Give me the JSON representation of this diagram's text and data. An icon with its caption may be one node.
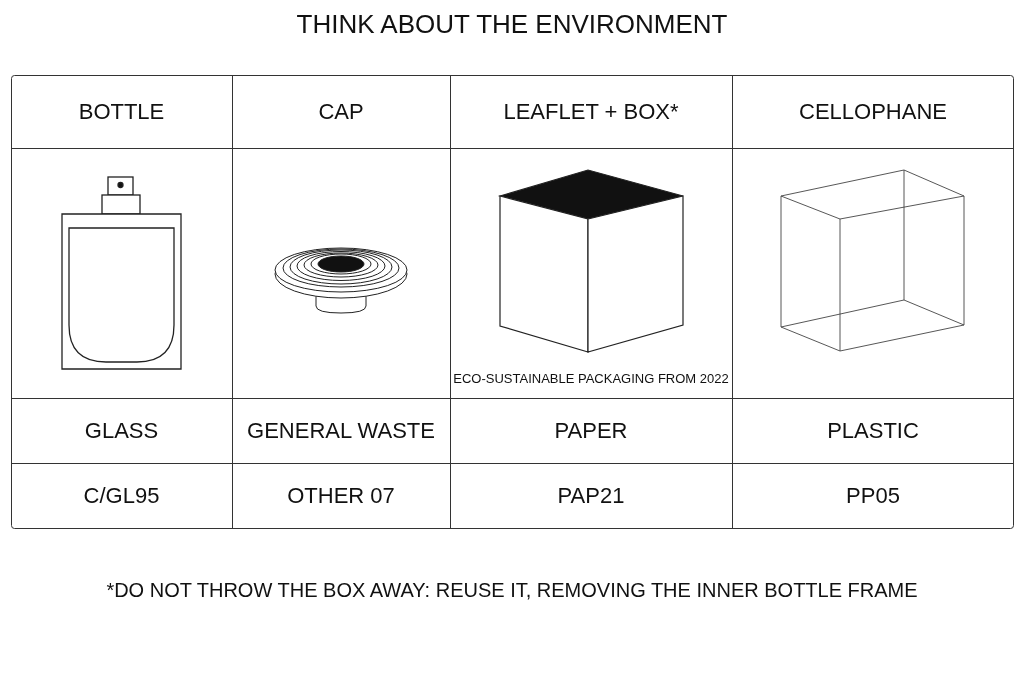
{
  "diagram": {
    "title": "THINK ABOUT THE ENVIRONMENT",
    "labels": [
      "BOTTLE",
      "CAP",
      "LEAFLET + BOX*",
      "CELLOPHANE",
      "ECO-SUSTAINABLE PACKAGING FROM 2022",
      "GLASS",
      "GENERAL WASTE",
      "PAPER",
      "PLASTIC",
      "C/GL95",
      "OTHER 07",
      "PAP21",
      "PP05"
    ],
    "caption": "*DO NOT THROW THE BOX AWAY: REUSE IT, REMOVING THE INNER BOTTLE FRAME"
  }
}
